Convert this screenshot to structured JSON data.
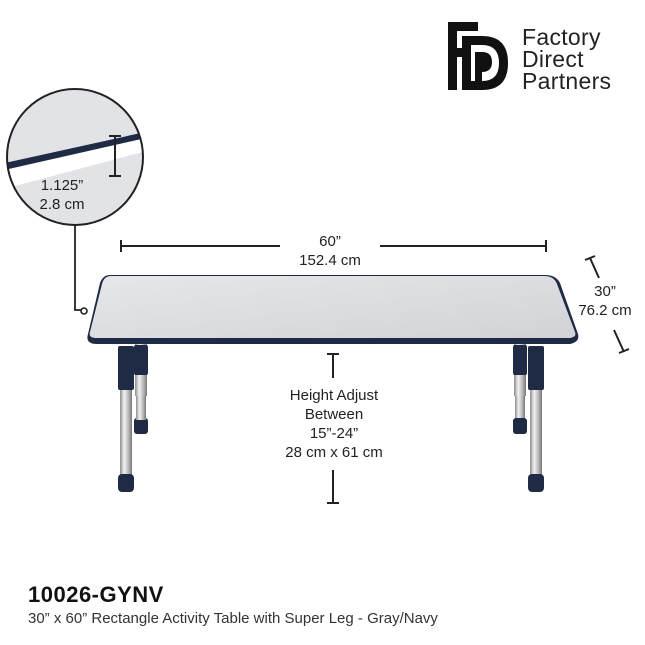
{
  "brand": {
    "logo_letters": "FD",
    "name_lines": [
      "Factory",
      "Direct",
      "Partners"
    ]
  },
  "colors": {
    "tabletop": "#dcdde0",
    "edge_band": "#1f2a44",
    "leg_chrome": "#c8c8c8",
    "leg_navy": "#1f2a44",
    "ink": "#222222"
  },
  "dimensions": {
    "edge": {
      "imperial": "1.125”",
      "metric": "2.8 cm"
    },
    "length": {
      "imperial": "60”",
      "metric": "152.4 cm"
    },
    "width": {
      "imperial": "30”",
      "metric": "76.2 cm"
    },
    "height": {
      "line1": "Height Adjust",
      "line2": "Between",
      "line3": "15”-24”",
      "line4": "28 cm x 61 cm"
    }
  },
  "product": {
    "sku": "10026-GYNV",
    "description": "30” x 60” Rectangle Activity Table with Super Leg - Gray/Navy"
  }
}
